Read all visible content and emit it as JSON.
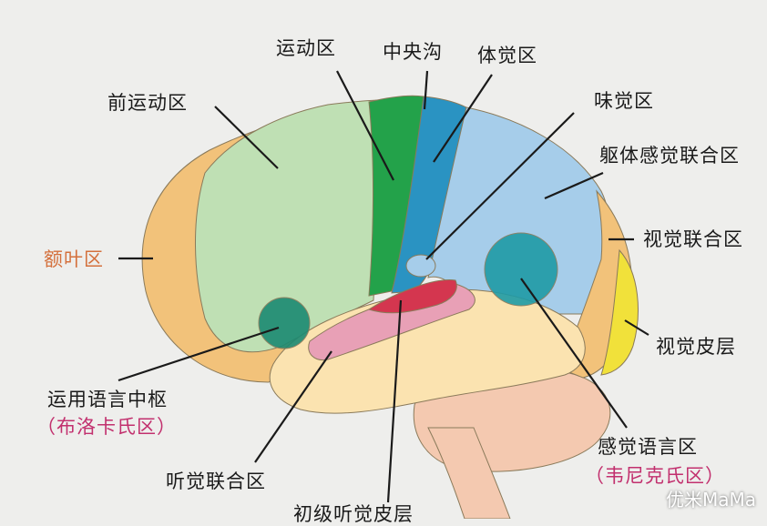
{
  "labels": {
    "motor": "运动区",
    "central_sulcus": "中央沟",
    "somatosensory": "体觉区",
    "premotor": "前运动区",
    "taste": "味觉区",
    "somatosensory_assoc": "躯体感觉联合区",
    "frontal": "额叶区",
    "visual_assoc": "视觉联合区",
    "visual_cortex": "视觉皮层",
    "motor_speech": "运用语言中枢",
    "broca": "（布洛卡氏区）",
    "sensory_speech": "感觉语言区",
    "wernicke": "（韦尼克氏区）",
    "auditory_assoc": "听觉联合区",
    "primary_auditory": "初级听觉皮层"
  },
  "watermark": "优米MaMa",
  "colors": {
    "frontal": "#f2c27a",
    "premotor": "#bfe0b4",
    "motor": "#23a24a",
    "somatosensory": "#2a93c2",
    "parietal": "#a6cdea",
    "visual": "#f1e13a",
    "temporal": "#fbe3b0",
    "auditory": "#e8a0b6",
    "auditory_primary": "#d4364f",
    "broca": "#1c8a72",
    "wernicke": "#1f9ba6",
    "cerebellum": "#f4c9b0"
  }
}
